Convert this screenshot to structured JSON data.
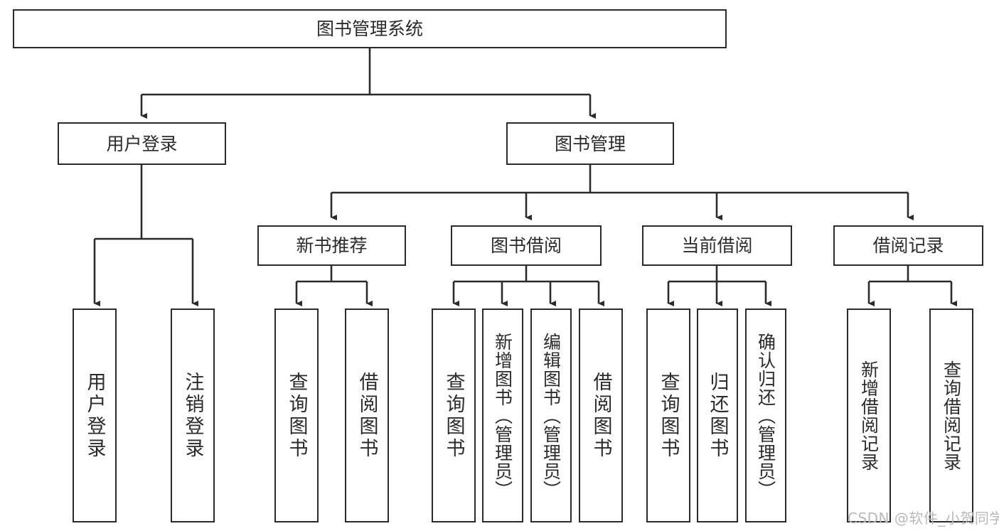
{
  "diagram": {
    "title": "图书管理系统",
    "type": "tree-hierarchy-chart",
    "colors": {
      "box_border": "#2b2b2b",
      "box_fill": "#ffffff",
      "connector": "#2b2b2b",
      "text": "#2b2b2b",
      "watermark": "#b9b9b9",
      "background": "#ffffff"
    },
    "root": {
      "label": "图书管理系统"
    },
    "level2": [
      {
        "label": "用户登录"
      },
      {
        "label": "图书管理"
      }
    ],
    "level3": [
      {
        "label": "新书推荐"
      },
      {
        "label": "图书借阅"
      },
      {
        "label": "当前借阅"
      },
      {
        "label": "借阅记录"
      }
    ],
    "leaves": {
      "user_login": [
        {
          "label": "用户登录"
        },
        {
          "label": "注销登录"
        }
      ],
      "new_book_recommend": [
        {
          "label": "查询图书"
        },
        {
          "label": "借阅图书"
        }
      ],
      "book_borrow": [
        {
          "label": "查询图书"
        },
        {
          "label": "新增图书（管理员）"
        },
        {
          "label": "编辑图书（管理员）"
        },
        {
          "label": "借阅图书"
        }
      ],
      "current_borrow": [
        {
          "label": "查询图书"
        },
        {
          "label": "归还图书"
        },
        {
          "label": "确认归还（管理员）"
        }
      ],
      "borrow_record": [
        {
          "label": "新增借阅记录"
        },
        {
          "label": "查询借阅记录"
        }
      ]
    },
    "watermark": "CSDN @软件_小贺同学"
  }
}
